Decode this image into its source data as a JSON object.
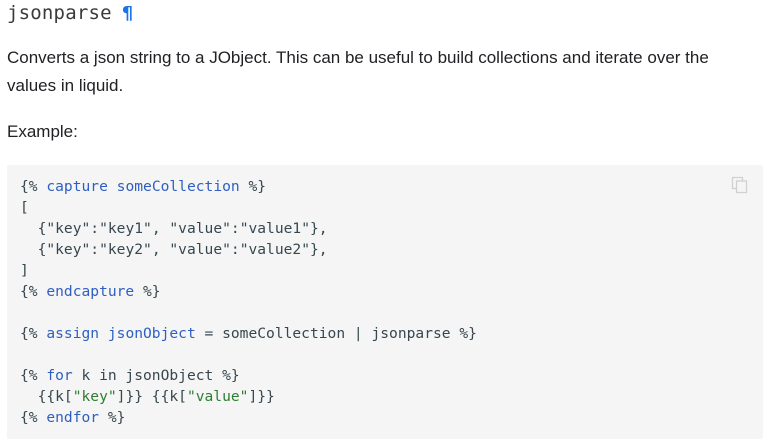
{
  "heading": {
    "title": "jsonparse",
    "anchor_symbol": "¶"
  },
  "description": "Converts a json string to a JObject. This can be useful to build collections and iterate over the values in liquid.",
  "example_label": "Example:",
  "copy_icon": "copy-icon",
  "code": {
    "l1": {
      "a": "{% ",
      "kw": "capture",
      "b": " ",
      "var": "someCollection",
      "c": " %}"
    },
    "l2": "[",
    "l3": {
      "a": "  {",
      "s1": "\"key\"",
      "b": ":",
      "s2": "\"key1\"",
      "c": ", ",
      "s3": "\"value\"",
      "d": ":",
      "s4": "\"value1\"",
      "e": "},"
    },
    "l4": {
      "a": "  {",
      "s1": "\"key\"",
      "b": ":",
      "s2": "\"key2\"",
      "c": ", ",
      "s3": "\"value\"",
      "d": ":",
      "s4": "\"value2\"",
      "e": "},"
    },
    "l5": "]",
    "l6": {
      "a": "{% ",
      "kw": "endcapture",
      "b": " %}"
    },
    "l7": "",
    "l8": {
      "a": "{% ",
      "kw": "assign",
      "b": " ",
      "var": "jsonObject",
      "c": " = someCollection | jsonparse %}"
    },
    "l9": "",
    "l10": {
      "a": "{% ",
      "kw": "for",
      "b": " k in jsonObject %}"
    },
    "l11": {
      "a": "  {{k[",
      "s1": "\"key\"",
      "b": "]}} {{k[",
      "s2": "\"value\"",
      "c": "]}}"
    },
    "l12": {
      "a": "{% ",
      "kw": "endfor",
      "b": " %}"
    }
  }
}
